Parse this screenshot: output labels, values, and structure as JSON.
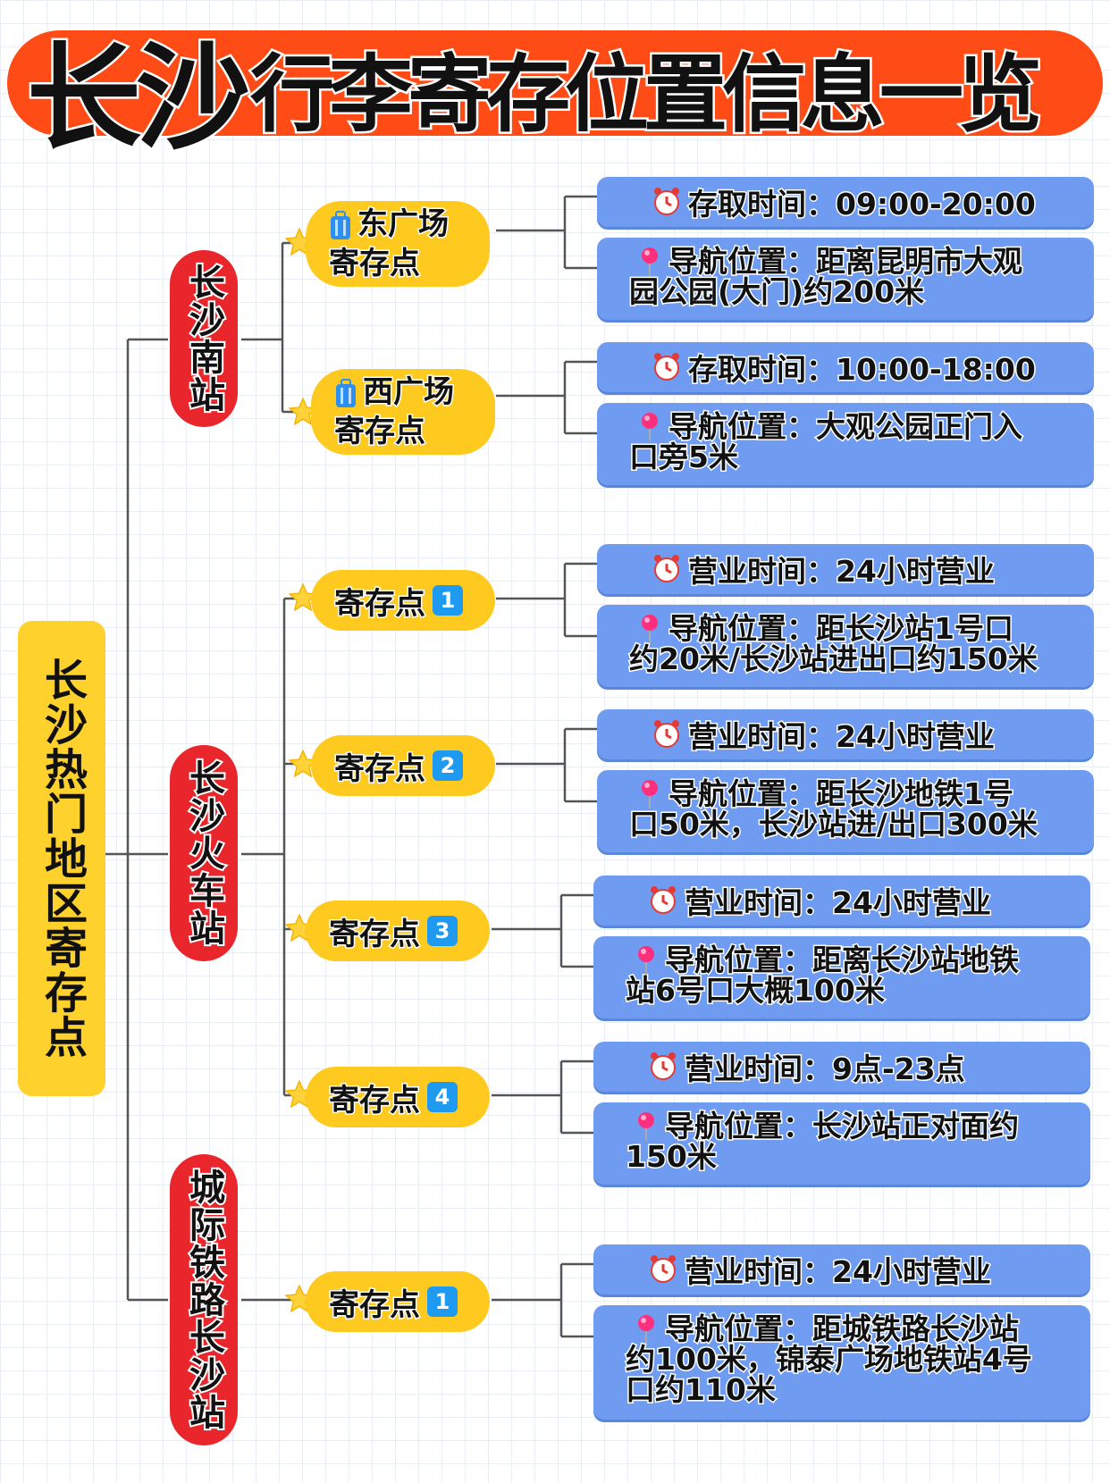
{
  "title": {
    "part1": "长沙",
    "part2": "行李寄存位置信息一览"
  },
  "root": {
    "label": "长沙热门地区寄存点"
  },
  "colors": {
    "banner": "#ff4b16",
    "root": "#ffd12c",
    "station": "#e8262c",
    "point": "#ffca1f",
    "info": "#6f9cf1",
    "badge": "#1e9bf0"
  },
  "stations": [
    {
      "label": "长沙南站",
      "points": [
        {
          "line1": "东广场",
          "line2": "寄存点",
          "icon": "luggage-icon",
          "time": "存取时间：09:00-20:00",
          "nav": [
            "导航位置：距离昆明市大观",
            "园公园(大门)约200米"
          ]
        },
        {
          "line1": "西广场",
          "line2": "寄存点",
          "icon": "luggage-icon",
          "time": "存取时间：10:00-18:00",
          "nav": [
            "导航位置：大观公园正门入",
            "口旁5米"
          ]
        }
      ]
    },
    {
      "label": "长沙火车站",
      "points": [
        {
          "label": "寄存点",
          "badge": "1",
          "time": "营业时间：24小时营业",
          "nav": [
            "导航位置：距长沙站1号口",
            "约20米/长沙站进出口约150米"
          ]
        },
        {
          "label": "寄存点",
          "badge": "2",
          "time": "营业时间：24小时营业",
          "nav": [
            "导航位置：距长沙地铁1号",
            "口50米，长沙站进/出口300米"
          ]
        },
        {
          "label": "寄存点",
          "badge": "3",
          "time": "营业时间：24小时营业",
          "nav": [
            "导航位置：距离长沙站地铁",
            "站6号口大概100米"
          ]
        },
        {
          "label": "寄存点",
          "badge": "4",
          "time": "营业时间：9点-23点",
          "nav": [
            "导航位置：长沙站正对面约",
            "150米"
          ]
        }
      ]
    },
    {
      "label": "城际铁路长沙站",
      "points": [
        {
          "label": "寄存点",
          "badge": "1",
          "time": "营业时间：24小时营业",
          "nav": [
            "导航位置：距城铁路长沙站",
            "约100米，锦泰广场地铁站4号",
            "口约110米"
          ]
        }
      ]
    }
  ]
}
